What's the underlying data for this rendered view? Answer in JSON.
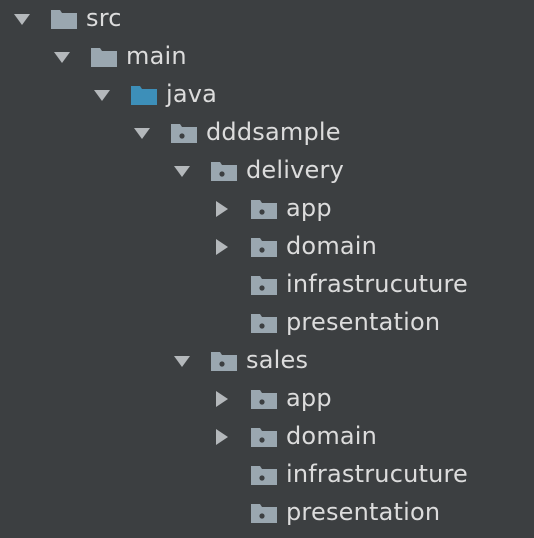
{
  "colors": {
    "background": "#3c3f41",
    "text": "#dcdcdc",
    "arrow": "#b4b8bb",
    "folder": "#9aa7b0",
    "source_folder": "#3d8fb9",
    "package_dot": "#3c3f41"
  },
  "tree": [
    {
      "label": "src",
      "depth": 0,
      "arrow": "down",
      "icon": "folder-icon"
    },
    {
      "label": "main",
      "depth": 1,
      "arrow": "down",
      "icon": "folder-icon"
    },
    {
      "label": "java",
      "depth": 2,
      "arrow": "down",
      "icon": "source-folder-icon"
    },
    {
      "label": "dddsample",
      "depth": 3,
      "arrow": "down",
      "icon": "package-folder-icon"
    },
    {
      "label": "delivery",
      "depth": 4,
      "arrow": "down",
      "icon": "package-folder-icon"
    },
    {
      "label": "app",
      "depth": 5,
      "arrow": "right",
      "icon": "package-folder-icon"
    },
    {
      "label": "domain",
      "depth": 5,
      "arrow": "right",
      "icon": "package-folder-icon"
    },
    {
      "label": "infrastrucuture",
      "depth": 5,
      "arrow": "none",
      "icon": "package-folder-icon"
    },
    {
      "label": "presentation",
      "depth": 5,
      "arrow": "none",
      "icon": "package-folder-icon"
    },
    {
      "label": "sales",
      "depth": 4,
      "arrow": "down",
      "icon": "package-folder-icon"
    },
    {
      "label": "app",
      "depth": 5,
      "arrow": "right",
      "icon": "package-folder-icon"
    },
    {
      "label": "domain",
      "depth": 5,
      "arrow": "right",
      "icon": "package-folder-icon"
    },
    {
      "label": "infrastrucuture",
      "depth": 5,
      "arrow": "none",
      "icon": "package-folder-icon"
    },
    {
      "label": "presentation",
      "depth": 5,
      "arrow": "none",
      "icon": "package-folder-icon"
    }
  ]
}
